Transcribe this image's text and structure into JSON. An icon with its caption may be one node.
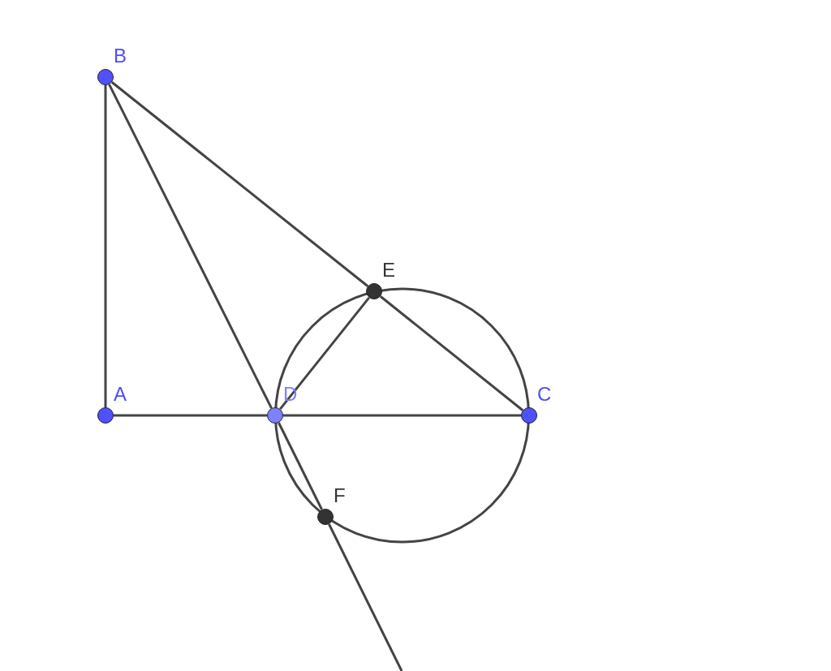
{
  "diagram": {
    "nodes": [
      {
        "text": [
          "B"
        ]
      },
      {
        "text": [
          "E"
        ]
      },
      {
        "text": [
          "A"
        ]
      },
      {
        "text": [
          "D"
        ]
      },
      {
        "text": [
          "C"
        ]
      },
      {
        "text": [
          "F"
        ]
      }
    ],
    "edges": [
      {
        "from": 0,
        "to": 2,
        "arrow": "none"
      },
      {
        "from": 0,
        "to": 1,
        "arrow": "none"
      },
      {
        "from": 1,
        "to": 4,
        "arrow": "none"
      },
      {
        "from": 2,
        "to": 3,
        "arrow": "none"
      },
      {
        "from": 3,
        "to": 4,
        "arrow": "none"
      },
      {
        "from": 0,
        "to": 3,
        "arrow": "none"
      },
      {
        "from": 3,
        "to": 1,
        "arrow": "none"
      },
      {
        "from": 3,
        "to": 5,
        "arrow": "none"
      },
      {
        "from": 5,
        "to": null,
        "arrow": "none"
      }
    ]
  }
}
